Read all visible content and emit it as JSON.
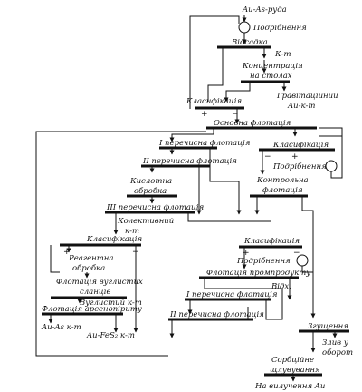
{
  "labels": {
    "ore": "Au-As-руда",
    "crushing1": "Подрібнення",
    "jigging": "Відсадка",
    "concentrate": "К-т",
    "tabling1": "Концентрація",
    "tabling2": "на столах",
    "gravity1": "Гравітаційний",
    "gravity2": "Au-к-т",
    "classification1": "Класифікація",
    "main_flotation": "Основна флотація",
    "cleaner1": "I перечисна флотація",
    "classification2": "Класифікація",
    "crushing2": "Подрібнення",
    "cleaner2": "II перечисна флотація",
    "acid1": "Кислотна",
    "acid2": "обробка",
    "control1": "Контрольна",
    "control2": "флотація",
    "cleaner3": "III перечисна флотація",
    "collective1": "Колективний",
    "collective2": "к-т",
    "classification3": "Класифікація",
    "reagent1": "Реагентна",
    "reagent2": "обробка",
    "classification4": "Класифікація",
    "crushing3": "Подрібнення",
    "middlings_flotation": "Флотація промпродукту",
    "tails": "Відх.",
    "carbon_flot1": "Флотація вуглистих",
    "carbon_flot2": "сланців",
    "carbon_conc": "Вуглистий к-т",
    "arsenopyrite_flot": "Флотація арсенопіриту",
    "au_as_conc": "Au-As к-т",
    "cleaner1b": "I перечисна флотація",
    "cleaner2b": "II перечисна флотація",
    "au_fes2": "Au-FeS₂ к-т",
    "thickening": "Згущення",
    "overflow1": "Злив у",
    "overflow2": "оборот",
    "sorption1": "Сорбційне",
    "sorption2": "щлувування",
    "final": "На вилучення Au"
  },
  "signs": {
    "plus": "+",
    "minus": "−"
  }
}
